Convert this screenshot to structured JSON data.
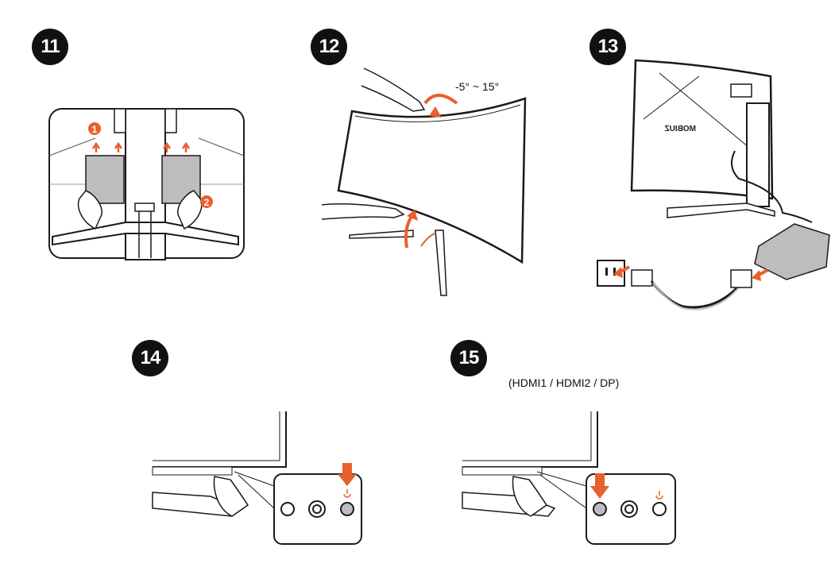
{
  "steps": [
    {
      "number": "11"
    },
    {
      "number": "12",
      "tilt_label": "-5° ~ 15°"
    },
    {
      "number": "13"
    },
    {
      "number": "14"
    },
    {
      "number": "15",
      "input_label": "(HDMI1 / HDMI2 / DP)"
    }
  ],
  "callouts": {
    "one": "1",
    "two": "2"
  },
  "brand_mark": "MOBIUZ",
  "icons": {
    "power": "power-icon"
  },
  "colors": {
    "accent": "#e8602c",
    "ink": "#1a1a1a",
    "panel": "#bdbdbd"
  }
}
